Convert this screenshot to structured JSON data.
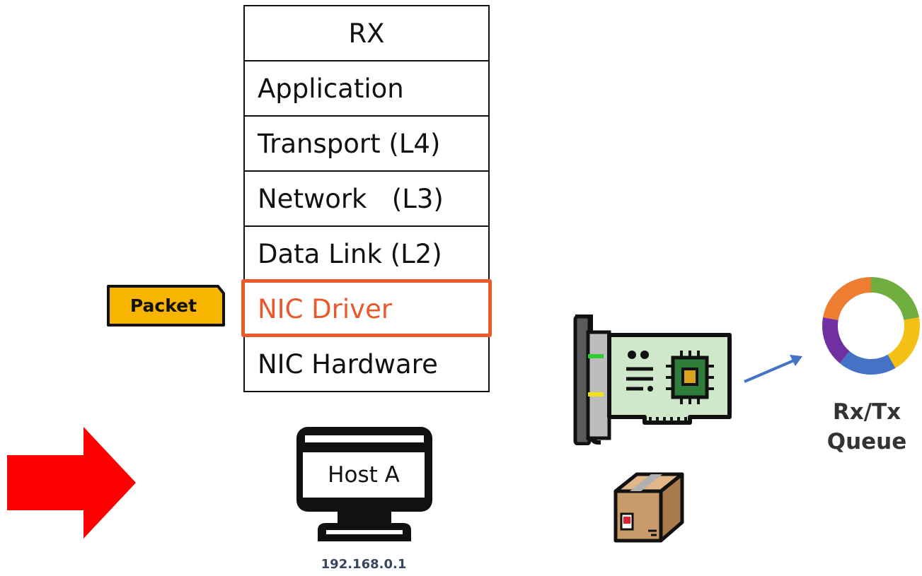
{
  "stack": {
    "header": "RX",
    "layers": [
      {
        "label": "Application"
      },
      {
        "label": "Transport (L4)"
      },
      {
        "label": "Network   (L3)"
      },
      {
        "label": "Data Link (L2)"
      },
      {
        "label": "NIC Driver",
        "active": true
      },
      {
        "label": "NIC Hardware"
      }
    ],
    "highlight_color": "#e8592b"
  },
  "packet": {
    "label": "Packet",
    "color": "#f7b500"
  },
  "host": {
    "label": "Host A",
    "ip": "192.168.0.1"
  },
  "queue": {
    "label_line1": "Rx/Tx",
    "label_line2": "Queue",
    "colors": [
      "#6fae3f",
      "#f5c014",
      "#4472c4",
      "#7030a0",
      "#ed7d31"
    ]
  },
  "arrow": {
    "color": "#ff0000"
  },
  "icons": {
    "nic_card": "network-card-icon",
    "package": "cardboard-box-icon",
    "monitor": "monitor-icon",
    "direction": "right-arrow-icon"
  }
}
